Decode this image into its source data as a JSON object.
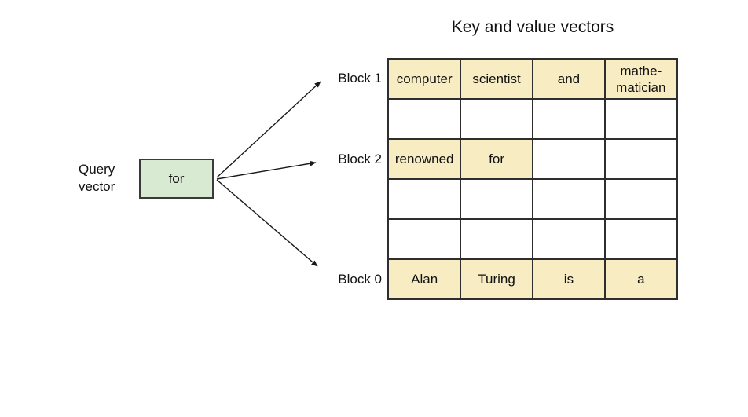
{
  "title": "Key and value vectors",
  "query": {
    "label": "Query\nvector",
    "box_text": "for"
  },
  "block_labels": {
    "block1": "Block 1",
    "block2": "Block 2",
    "block0": "Block 0"
  },
  "table": {
    "rows": [
      {
        "cells": [
          {
            "text": "computer",
            "highlighted": true
          },
          {
            "text": "scientist",
            "highlighted": true
          },
          {
            "text": "and",
            "highlighted": true
          },
          {
            "text": "mathe-\nmatician",
            "highlighted": true
          }
        ]
      },
      {
        "cells": [
          {
            "text": "",
            "highlighted": false
          },
          {
            "text": "",
            "highlighted": false
          },
          {
            "text": "",
            "highlighted": false
          },
          {
            "text": "",
            "highlighted": false
          }
        ]
      },
      {
        "cells": [
          {
            "text": "renowned",
            "highlighted": true
          },
          {
            "text": "for",
            "highlighted": true
          },
          {
            "text": "",
            "highlighted": false
          },
          {
            "text": "",
            "highlighted": false
          }
        ]
      },
      {
        "cells": [
          {
            "text": "",
            "highlighted": false
          },
          {
            "text": "",
            "highlighted": false
          },
          {
            "text": "",
            "highlighted": false
          },
          {
            "text": "",
            "highlighted": false
          }
        ]
      },
      {
        "cells": [
          {
            "text": "",
            "highlighted": false
          },
          {
            "text": "",
            "highlighted": false
          },
          {
            "text": "",
            "highlighted": false
          },
          {
            "text": "",
            "highlighted": false
          }
        ]
      },
      {
        "cells": [
          {
            "text": "Alan",
            "highlighted": true
          },
          {
            "text": "Turing",
            "highlighted": true
          },
          {
            "text": "is",
            "highlighted": true
          },
          {
            "text": "a",
            "highlighted": true
          }
        ]
      }
    ]
  },
  "colors": {
    "cell_highlight_fill": "#f8ecc3",
    "query_box_fill": "#d9ead3",
    "grid_line": "#2e2e2e",
    "arrow_line": "#1a1a1a",
    "text": "#111111"
  }
}
